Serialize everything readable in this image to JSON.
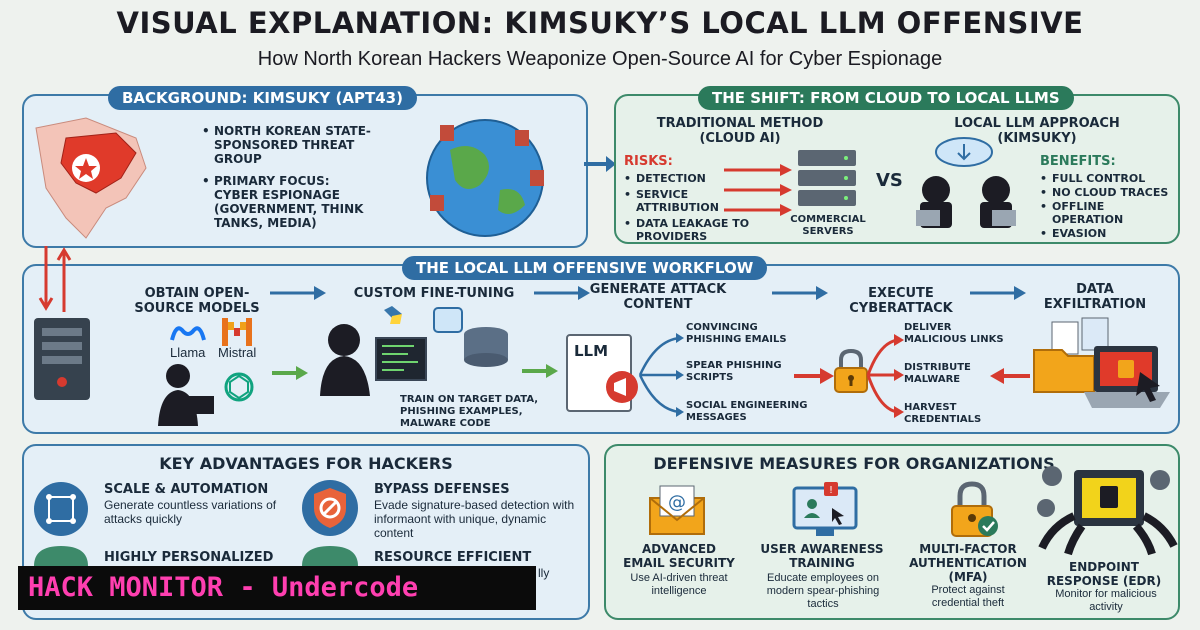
{
  "header": {
    "title": "VISUAL EXPLANATION: KIMSUKY’S LOCAL LLM OFFENSIVE",
    "subtitle": "How North Korean Hackers Weaponize Open-Source AI for Cyber Espionage"
  },
  "background": {
    "heading": "BACKGROUND: KIMSUKY (APT43)",
    "bullets": [
      "NORTH KOREAN STATE-SPONSORED THREAT GROUP",
      "PRIMARY FOCUS: CYBER ESPIONAGE (GOVERNMENT, THINK TANKS, MEDIA)"
    ]
  },
  "shift": {
    "heading": "THE SHIFT: FROM CLOUD TO LOCAL LLMS",
    "traditional_title": "TRADITIONAL METHOD (CLOUD AI)",
    "risks_label": "RISKS:",
    "risks": [
      "DETECTION",
      "SERVICE ATTRIBUTION",
      "DATA LEAKAGE TO PROVIDERS"
    ],
    "servers_label": "COMMERCIAL SERVERS",
    "vs": "VS",
    "local_title": "LOCAL LLM APPROACH (KIMSUKY)",
    "benefits_label": "BENEFITS:",
    "benefits": [
      "FULL CONTROL",
      "NO CLOUD TRACES",
      "OFFLINE OPERATION",
      "EVASION"
    ]
  },
  "workflow": {
    "heading": "THE LOCAL LLM OFFENSIVE WORKFLOW",
    "steps": {
      "obtain": "OBTAIN OPEN-SOURCE MODELS",
      "finetune": "CUSTOM FINE-TUNING",
      "generate": "GENERATE ATTACK CONTENT",
      "execute": "EXECUTE CYBERATTACK",
      "exfil": "DATA EXFILTRATION"
    },
    "models": {
      "llama": "Llama",
      "mistral": "Mistral"
    },
    "train_text": "TRAIN ON TARGET DATA, PHISHING EXAMPLES, MALWARE CODE",
    "llm_doc": "LLM",
    "content": [
      "CONVINCING PHISHING EMAILS",
      "SPEAR PHISHING SCRIPTS",
      "SOCIAL ENGINEERING MESSAGES"
    ],
    "actions": [
      "DELIVER MALICIOUS LINKS",
      "DISTRIBUTE MALWARE",
      "HARVEST CREDENTIALS"
    ]
  },
  "advantages": {
    "heading": "KEY ADVANTAGES FOR HACKERS",
    "items": [
      {
        "title": "SCALE & AUTOMATION",
        "desc": "Generate countless variations of attacks quickly"
      },
      {
        "title": "BYPASS DEFENSES",
        "desc": "Evade signature-based detection with informaont with unique, dynamic content"
      },
      {
        "title": "HIGHLY PERSONALIZED",
        "desc": ""
      },
      {
        "title": "RESOURCE EFFICIENT",
        "desc": "lly"
      }
    ]
  },
  "defense": {
    "heading": "DEFENSIVE MEASURES FOR ORGANIZATIONS",
    "items": [
      {
        "title": "ADVANCED EMAIL SECURITY",
        "desc": "Use AI-driven threat intelligence"
      },
      {
        "title": "USER AWARENESS TRAINING",
        "desc": "Educate employees on modern spear-phishing tactics"
      },
      {
        "title": "MULTI-FACTOR AUTHENTICATION (MFA)",
        "desc": "Protect against credential theft"
      },
      {
        "title": "ENDPOINT RESPONSE (EDR)",
        "desc": "Monitor for malicious activity"
      }
    ]
  },
  "watermark": {
    "text": "HACK MONITOR - Undercode"
  },
  "colors": {
    "accent_blue": "#2f6da3",
    "accent_green": "#2b7a5b",
    "alert_red": "#d63a2f",
    "watermark_pink": "#ff3fb0"
  }
}
